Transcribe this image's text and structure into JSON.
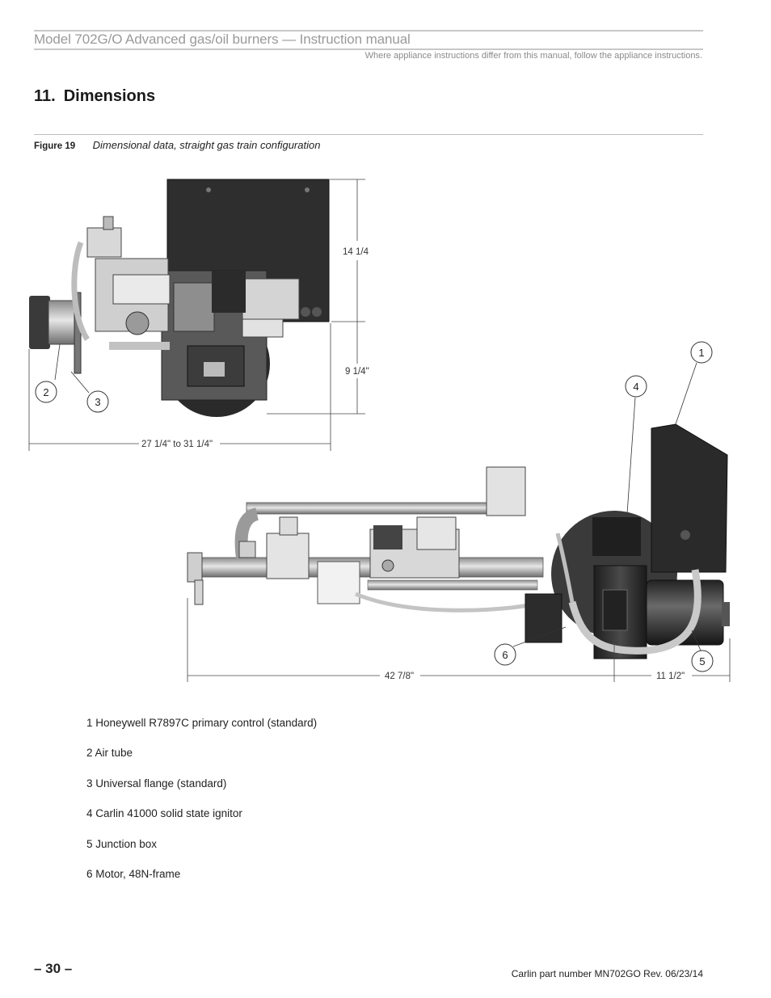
{
  "header": {
    "title": "Model 702G/O Advanced gas/oil burners — Instruction manual",
    "note": "Where appliance instructions differ from this manual, follow the appliance instructions."
  },
  "section": {
    "number": "11.",
    "title": "Dimensions"
  },
  "figure": {
    "label": "Figure 19",
    "caption": "Dimensional data, straight gas train configuration"
  },
  "dimensions": {
    "height_upper": "14 1/4",
    "height_lower": "9 1/4\"",
    "length_side": "27 1/4\" to 31 1/4\"",
    "length_train": "42 7/8\"",
    "length_tail": "11 1/2\""
  },
  "callouts": [
    "1",
    "2",
    "3",
    "4",
    "5",
    "6"
  ],
  "legend": [
    "1 Honeywell R7897C primary control (standard)",
    "2 Air tube",
    "3 Universal flange (standard)",
    "4 Carlin 41000 solid state ignitor",
    "5 Junction box",
    "6 Motor, 48N-frame"
  ],
  "footer": {
    "page_number": "– 30 –",
    "part_number": "Carlin part number MN702GO Rev. 06/23/14"
  },
  "colors": {
    "rule": "#c8c8c8",
    "header_text": "#9a9a9a",
    "burner_dark": "#2b2b2b",
    "pipe": "#b5b5b5"
  }
}
